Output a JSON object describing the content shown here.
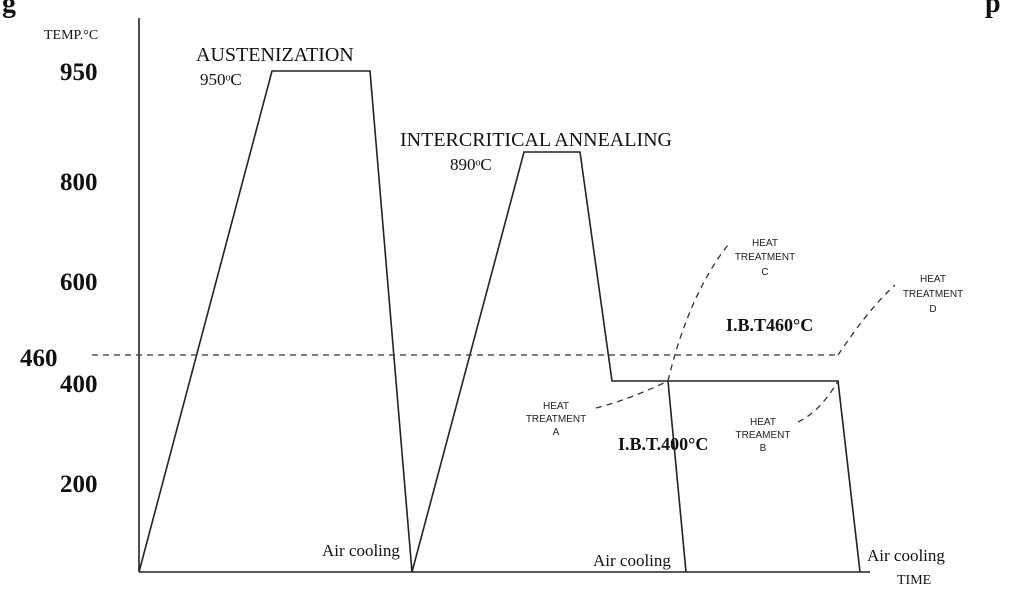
{
  "header": {
    "left_fragment": "g",
    "right_fragment": "p"
  },
  "axes": {
    "y_title": "TEMP.°C",
    "x_title": "TIME",
    "y_ticks": [
      "950",
      "800",
      "600",
      "460",
      "400",
      "200"
    ]
  },
  "stages": {
    "austenization": {
      "title": "AUSTENIZATION",
      "temp": "950ᵒC"
    },
    "intercritical": {
      "title": "INTERCRITICAL ANNEALING",
      "temp": "890ᵒC"
    }
  },
  "holds": {
    "ibt460": "I.B.T460°C",
    "ibt400": "I.B.T.400°C"
  },
  "cooling": {
    "first": "Air cooling",
    "second": "Air cooling",
    "third": "Air cooling"
  },
  "treatments": {
    "a": {
      "line1": "HEAT",
      "line2": "TREATMENT",
      "line3": "A"
    },
    "b": {
      "line1": "HEAT",
      "line2": "TREAMENT",
      "line3": "B"
    },
    "c": {
      "line1": "HEAT",
      "line2": "TREATMENT",
      "line3": "C"
    },
    "d": {
      "line1": "HEAT",
      "line2": "TREATMENT",
      "line3": "D"
    }
  },
  "colors": {
    "line": "#222222",
    "text": "#111111"
  }
}
